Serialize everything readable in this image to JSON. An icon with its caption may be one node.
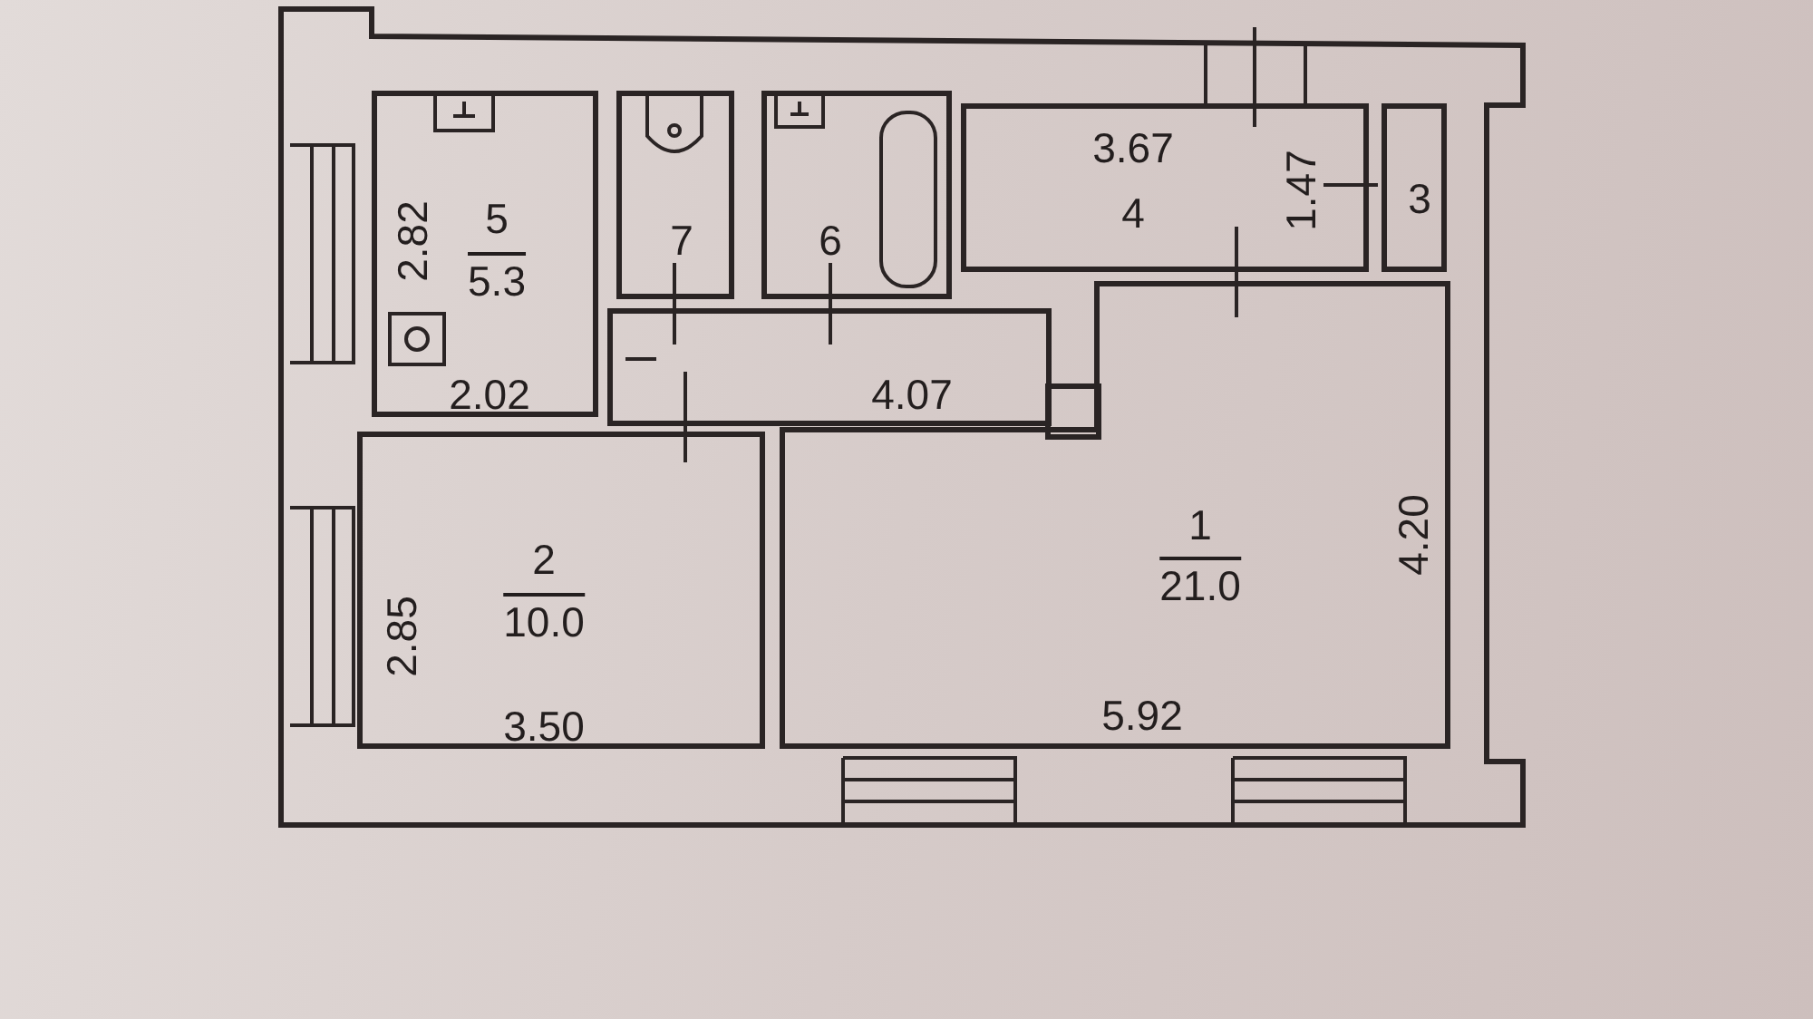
{
  "diagram": {
    "nodes": [
      {
        "text": [
          "5",
          "5.3",
          "2.82",
          "2.02"
        ]
      },
      {
        "text": [
          "7"
        ]
      },
      {
        "text": [
          "6"
        ]
      },
      {
        "text": [
          "3.67",
          "4",
          "1.47"
        ]
      },
      {
        "text": [
          "3"
        ]
      },
      {
        "text": [
          "4.07"
        ]
      },
      {
        "text": [
          "2",
          "10.0",
          "2.85",
          "3.50"
        ]
      },
      {
        "text": [
          "1",
          "21.0",
          "4.20",
          "5.92"
        ]
      }
    ]
  }
}
